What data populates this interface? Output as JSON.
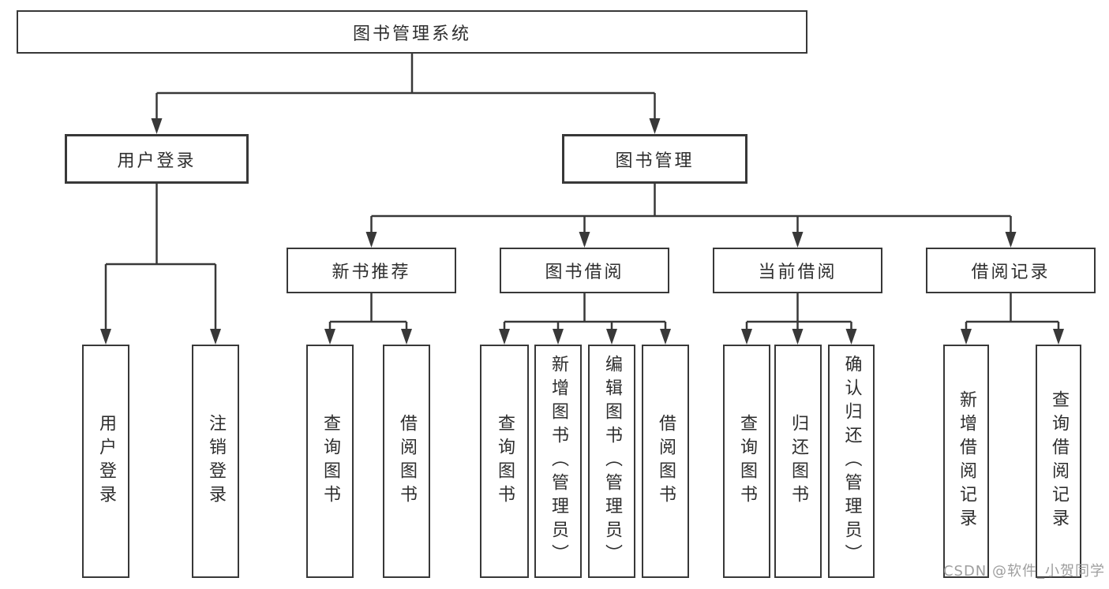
{
  "diagram": {
    "root": {
      "label": "图书管理系统"
    },
    "level2": [
      {
        "label": "用户登录"
      },
      {
        "label": "图书管理"
      }
    ],
    "level3": [
      {
        "label": "新书推荐"
      },
      {
        "label": "图书借阅"
      },
      {
        "label": "当前借阅"
      },
      {
        "label": "借阅记录"
      }
    ],
    "leaves": {
      "user_login": [
        "用户登录",
        "注销登录"
      ],
      "new_books": [
        "查询图书",
        "借阅图书"
      ],
      "book_borrow": [
        "查询图书",
        "新增图书（管理员）",
        "编辑图书（管理员）",
        "借阅图书"
      ],
      "current_borrow": [
        "查询图书",
        "归还图书",
        "确认归还（管理员）"
      ],
      "borrow_records": [
        "新增借阅记录",
        "查询借阅记录"
      ]
    }
  },
  "watermark": "CSDN @软件_小贺同学",
  "colors": {
    "line": "#383838",
    "text": "#2e2e2e",
    "box_fill": "#ffffff",
    "watermark": "#9e9e9e",
    "background": "#ffffff"
  }
}
